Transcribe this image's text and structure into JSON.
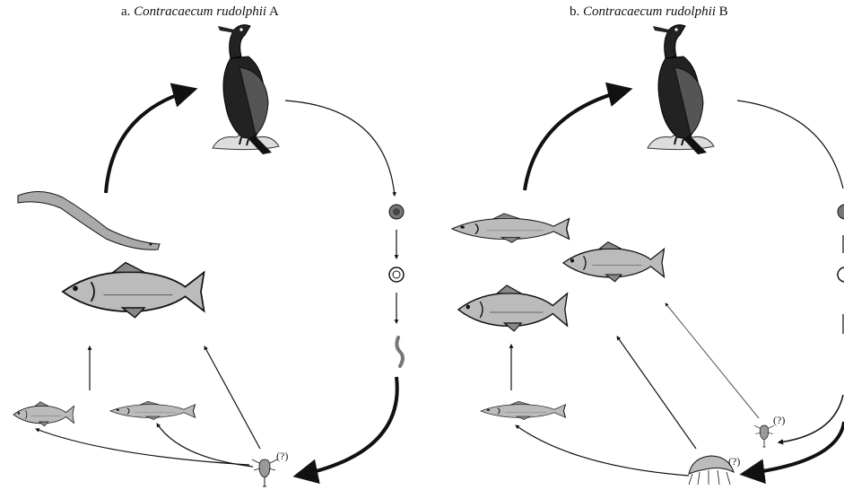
{
  "panels": [
    {
      "prefix": "a. ",
      "species": "Contracaecum rudolphii",
      "suffix": " A",
      "uncertain_marker": "(?)"
    },
    {
      "prefix": "b. ",
      "species": "Contracaecum rudolphii",
      "suffix": " B",
      "uncertain_marker_small": "(?)",
      "uncertain_marker_large": "(?)"
    }
  ]
}
